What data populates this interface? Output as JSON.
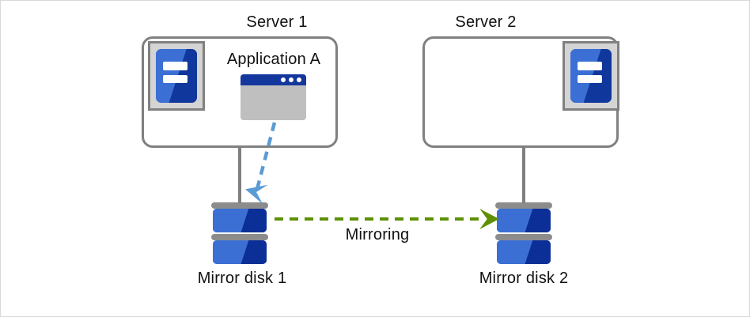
{
  "diagram": {
    "title_server1": "Server 1",
    "title_server2": "Server 2",
    "application_label": "Application A",
    "disk1_label": "Mirror disk 1",
    "disk2_label": "Mirror disk 2",
    "mirroring_label": "Mirroring",
    "colors": {
      "frame_border": "#d9d9d9",
      "server_box_border": "#808080",
      "server_icon_frame": "#d4d4d4",
      "tower_blue_light": "#3b6fd4",
      "tower_blue_dark": "#10379b",
      "app_titlebar": "#13379c",
      "app_body": "#bfbfbf",
      "disk_cap_gray": "#8c8c8c",
      "connector_gray": "#808080",
      "write_arrow_blue": "#5b9bd5",
      "mirroring_arrow_green": "#5e9000",
      "text": "#111111"
    },
    "icons": {
      "server1_icon": "server-tower-icon",
      "server2_icon": "server-tower-icon",
      "app_icon": "application-window-icon",
      "disk1_icon": "disk-stack-icon",
      "disk2_icon": "disk-stack-icon",
      "write_arrow": "dashed-arrow-down-icon",
      "mirroring_arrow": "dashed-arrow-right-icon"
    }
  }
}
